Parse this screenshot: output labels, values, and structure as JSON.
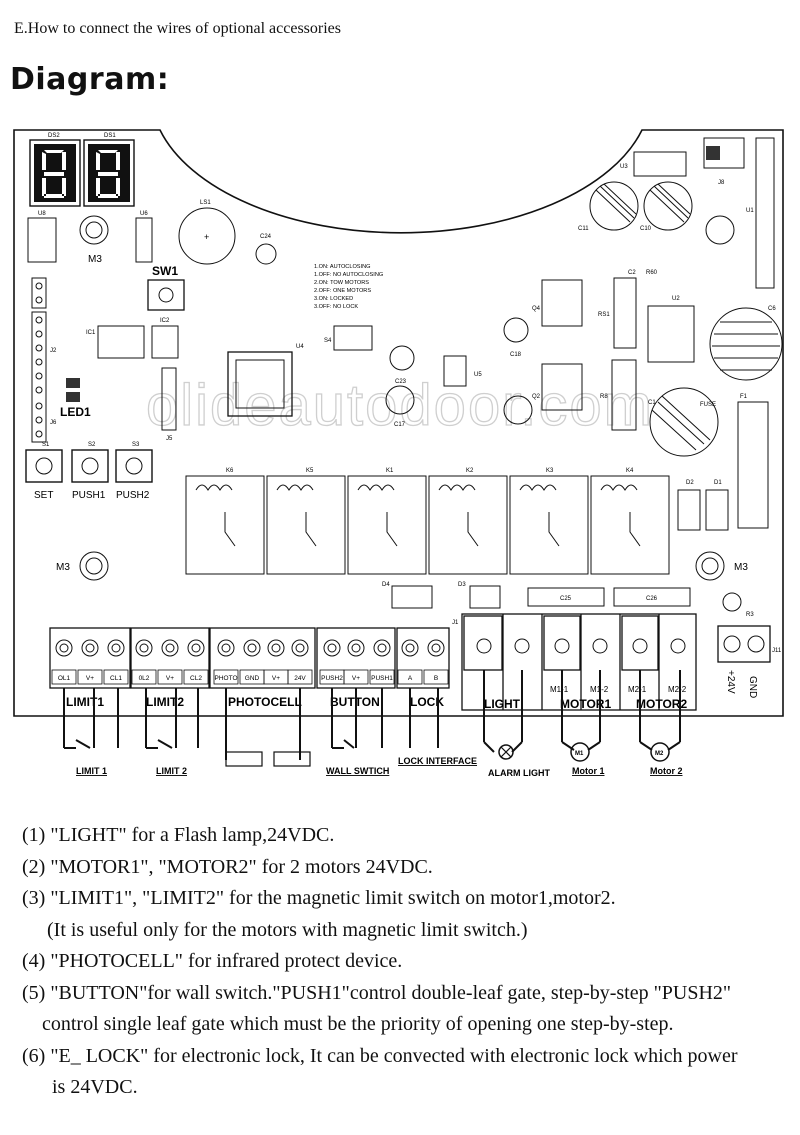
{
  "page": {
    "heading": "E.How to connect the wires of optional accessories",
    "diagram_title": "Diagram:"
  },
  "board": {
    "displays": [
      "DS2",
      "DS1"
    ],
    "components": {
      "m3": "M3",
      "sw1": "SW1",
      "led1": "LED1",
      "u8": "U8",
      "u6": "U6",
      "ls1": "LS1",
      "c24": "C24",
      "ic1": "IC1",
      "ic2": "IC2",
      "j2": "J2",
      "j5": "J5",
      "j6": "J6",
      "u4": "U4",
      "s4": "S4",
      "c18": "C18",
      "c23": "C23",
      "c17": "C17",
      "u5": "U5",
      "u3": "U3",
      "j8": "J8",
      "u1": "U1",
      "c11": "C11",
      "c10": "C10",
      "c2": "C2",
      "r60": "R60",
      "q4": "Q4",
      "rs1": "RS1",
      "q2": "Q2",
      "r8": "R8",
      "u2": "U2",
      "c6": "C6",
      "c1": "C1",
      "fuse": "FUSE",
      "f1": "F1",
      "d2": "D2",
      "d1": "D1",
      "d4": "D4",
      "d3": "D3",
      "c25": "C25",
      "c26": "C26",
      "r3": "R3",
      "j1": "J1",
      "j11": "J11"
    },
    "dip_notes": [
      "1.ON:  AUTOCLOSING",
      "1.OFF:  NO  AUTOCLOSING",
      "2.ON:  TOW MOTORS",
      "2.OFF:  ONE MOTORS",
      "3.ON:  LOCKED",
      "3.OFF:  NO LOCK"
    ],
    "switches": [
      "S1",
      "S2",
      "S3"
    ],
    "buttons": [
      "SET",
      "PUSH1",
      "PUSH2"
    ],
    "relays": [
      "K6",
      "K5",
      "K1",
      "K2",
      "K3",
      "K4"
    ],
    "watermark": "olideautodoor.com",
    "terminal_pins": [
      "OL1",
      "V+",
      "CL1",
      "0L2",
      "V+",
      "CL2",
      "PHOTO",
      "GND",
      "V+",
      "24V",
      "PUSH2",
      "V+",
      "PUSH1",
      "A",
      "B"
    ],
    "terminal_groups": [
      "LIMIT1",
      "LIMIT2",
      "PHOTOCELL",
      "BUTTON",
      "LOCK",
      "LIGHT",
      "MOTOR1",
      "MOTOR2"
    ],
    "motor_pins": [
      "M1-1",
      "M1-2",
      "M2-1",
      "M2-2"
    ],
    "power": [
      "+24V",
      "GND"
    ],
    "wiring": {
      "limit1": "LIMIT 1",
      "limit2": "LIMIT 2",
      "wall_switch": "WALL SWTICH",
      "lock_interface": "LOCK INTERFACE",
      "alarm_light": "ALARM LIGHT",
      "motor1": "Motor 1",
      "motor2": "Motor 2",
      "m1": "M1",
      "m2": "M2"
    }
  },
  "notes": [
    "(1) \"LIGHT\" for a Flash lamp,24VDC.",
    "(2) \"MOTOR1\", \"MOTOR2\"  for 2 motors 24VDC.",
    "(3) \"LIMIT1\", \"LIMIT2\" for the magnetic limit switch on motor1,motor2.",
    "(It is useful only for the motors with magnetic limit switch.)",
    "(4) \"PHOTOCELL\" for infrared protect device.",
    "(5) \"BUTTON\"for wall switch.\"PUSH1\"control double-leaf gate, step-by-step \"PUSH2\"",
    "control single leaf  gate which must be  the priority of opening one step-by-step.",
    "(6) \"E_ LOCK\" for electronic lock, It can be convected with electronic lock which power",
    "is 24VDC."
  ]
}
